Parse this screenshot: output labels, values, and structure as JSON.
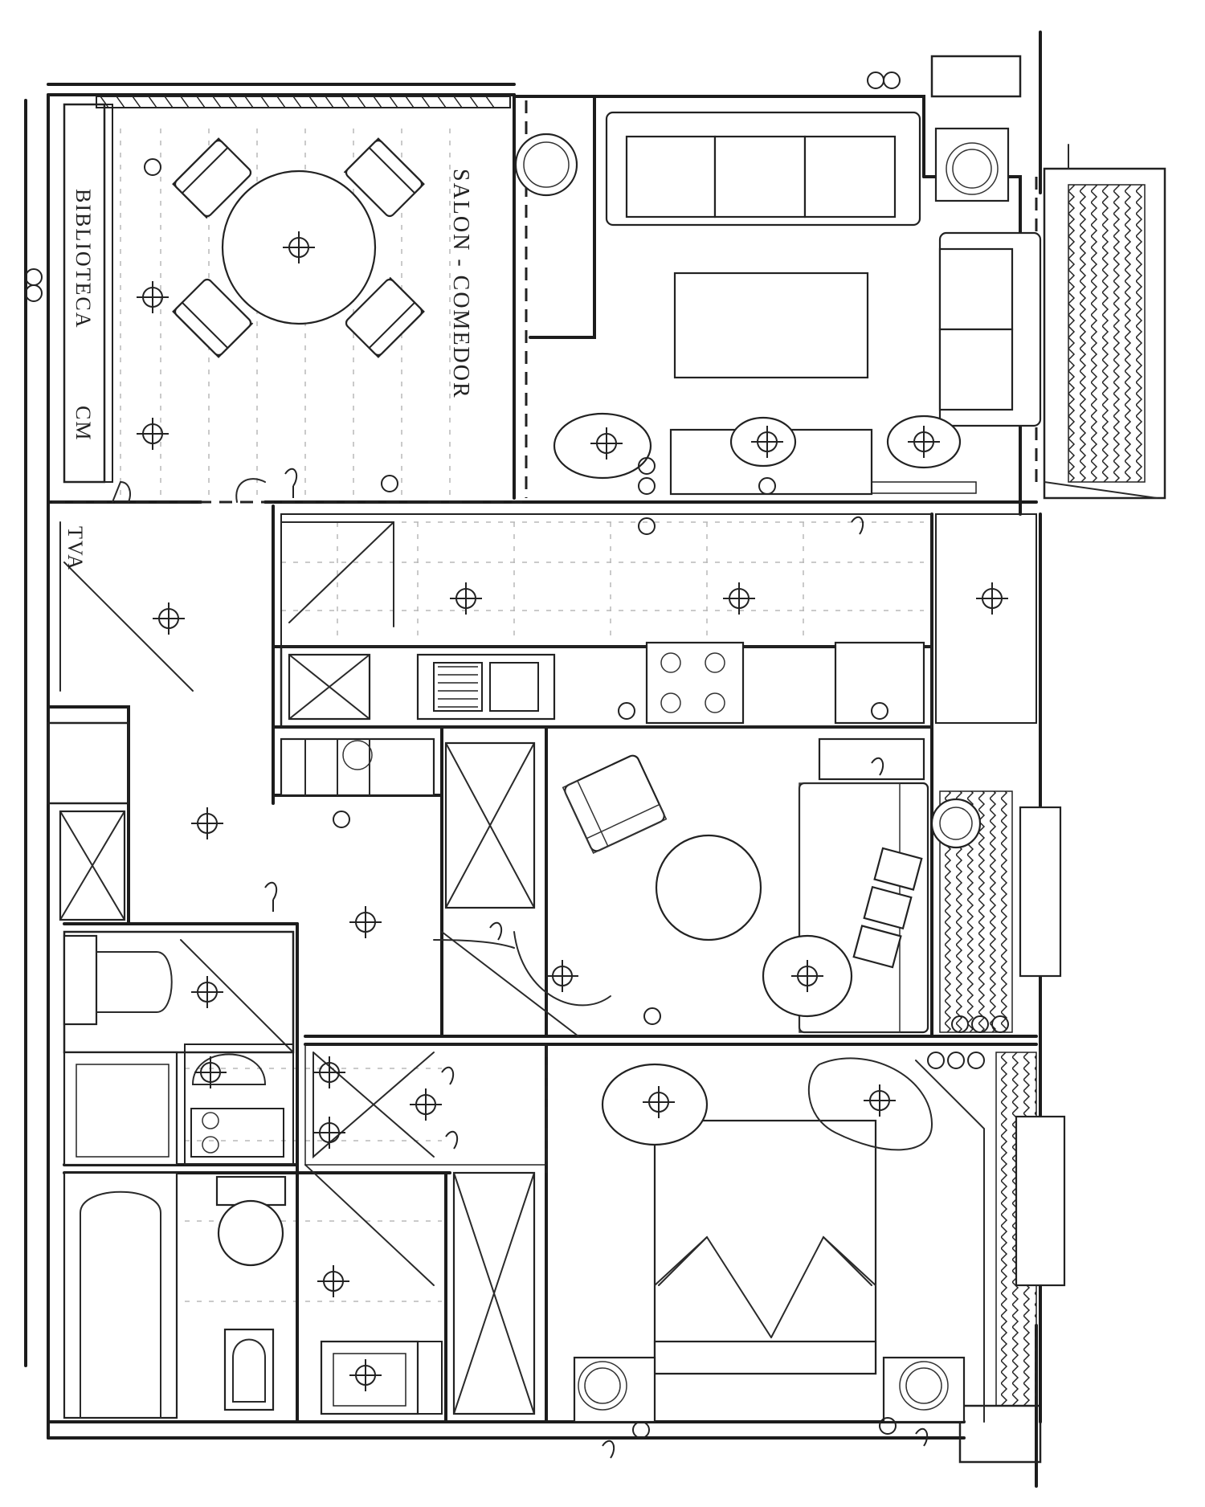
{
  "labels": {
    "salon_comedor": "SALON - COMEDOR",
    "biblioteca": "BIBLIOTECA",
    "cm": "CM",
    "tv": "TVA"
  }
}
